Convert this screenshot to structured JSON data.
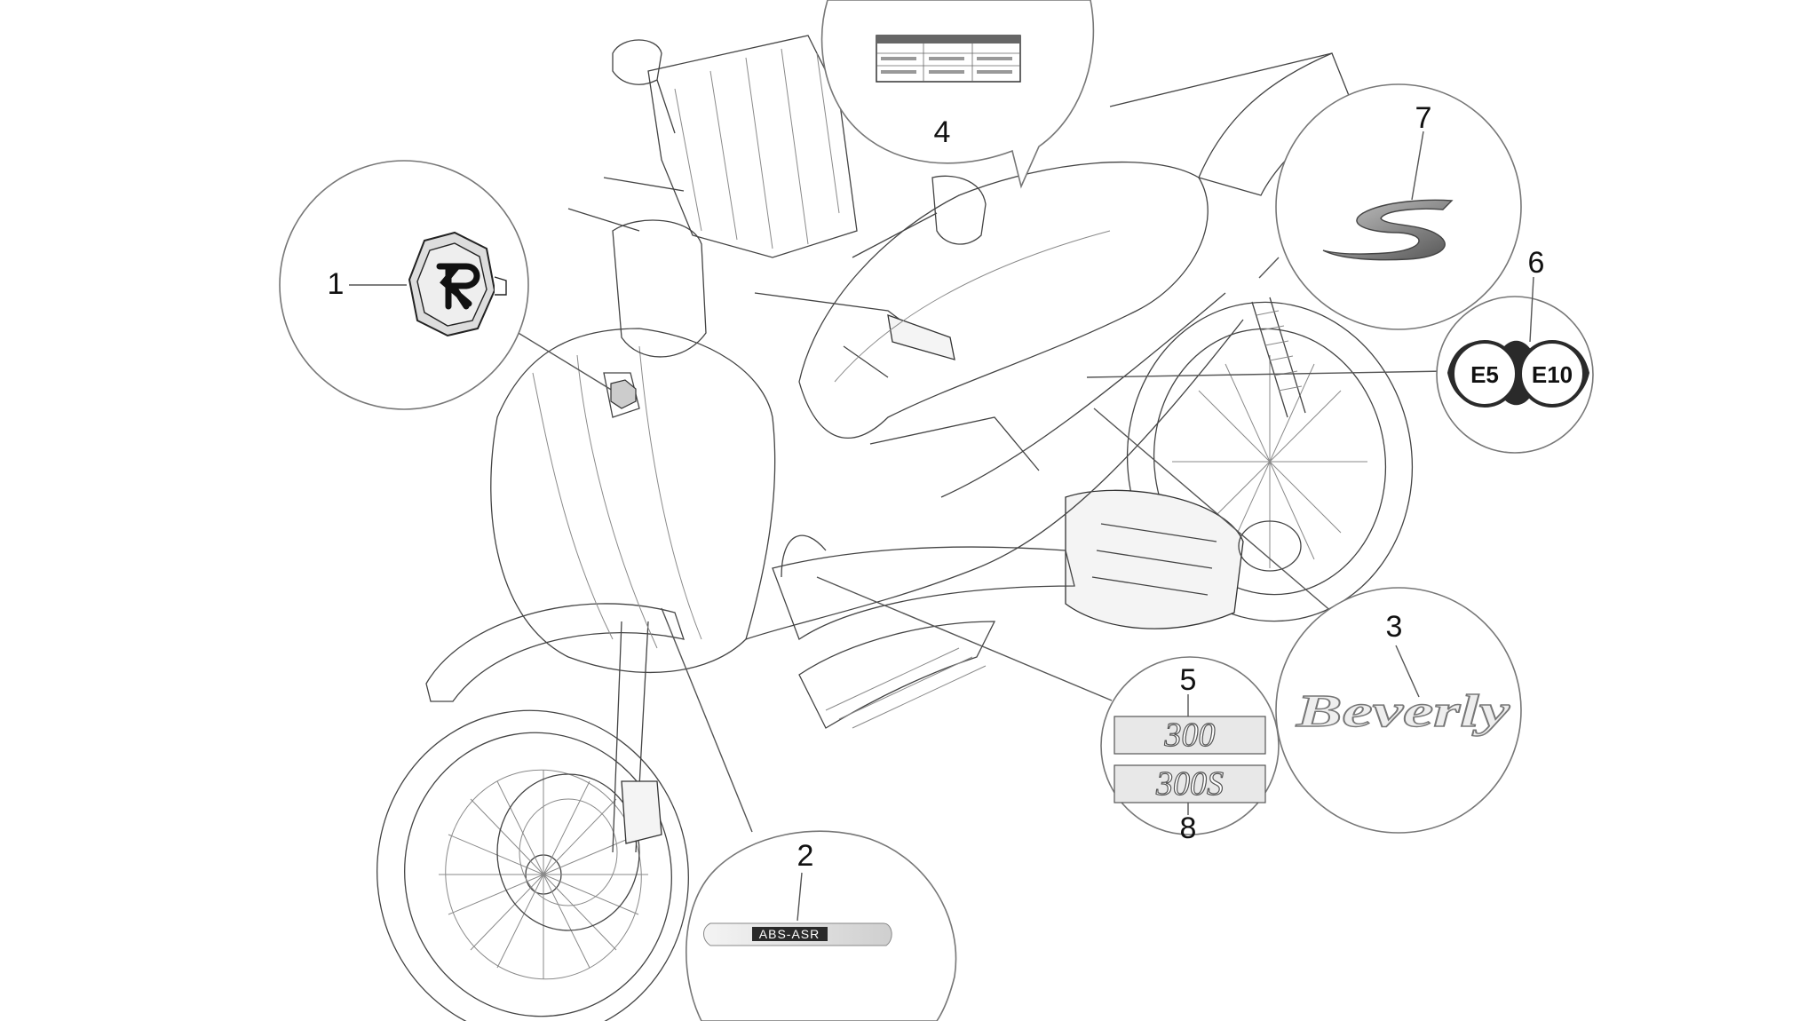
{
  "callouts": [
    {
      "number": "1",
      "part": "brand-emblem"
    },
    {
      "number": "2",
      "part": "abs-asr-badge"
    },
    {
      "number": "3",
      "part": "model-script-name"
    },
    {
      "number": "4",
      "part": "tyre-pressure-label"
    },
    {
      "number": "5",
      "part": "300-plate"
    },
    {
      "number": "6",
      "part": "fuel-compat-sticker"
    },
    {
      "number": "7",
      "part": "s-logo"
    },
    {
      "number": "8",
      "part": "300s-plate"
    }
  ],
  "badges": {
    "abs": "ABS-ASR",
    "model_script": "Beverly",
    "plate_300": "300",
    "plate_300s": "300S",
    "fuel_e5": "E5",
    "fuel_e10": "E10",
    "s_logo": "S"
  },
  "colors": {
    "line": "#555555",
    "bubble_border": "#777777",
    "badge_dark": "#2a2a2a",
    "s_logo_gradient_start": "#b9b9b9",
    "s_logo_gradient_end": "#5a5a5a"
  }
}
